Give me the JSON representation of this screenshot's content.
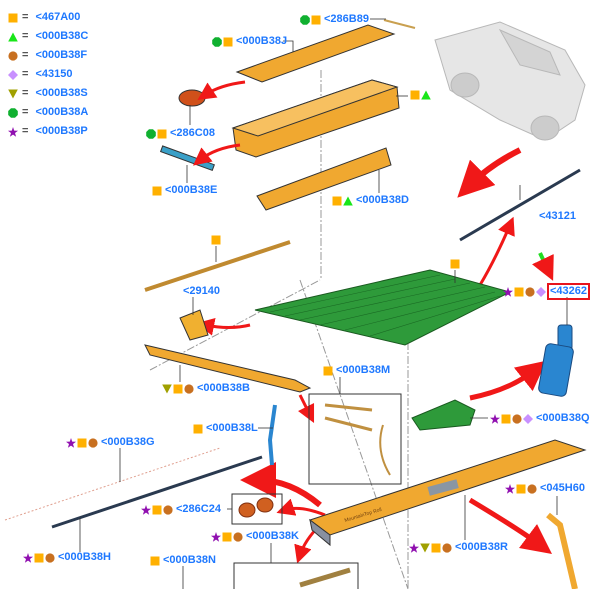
{
  "colors": {
    "square": "#ffb000",
    "tri-up": "#19e619",
    "circle": "#c87020",
    "diamond": "#c890ff",
    "tri-down": "#a0a000",
    "hexagon": "#10b030",
    "star": "#9010b0",
    "label": "#1e78ff",
    "arrow": "#f01818",
    "highlight": "#e8141c",
    "part_orange": "#f0a830",
    "part_green": "#2e9a3a",
    "part_blue": "#2a86d0"
  },
  "legend": [
    {
      "marker": "square",
      "code": "<467A00"
    },
    {
      "marker": "tri-up",
      "code": "<000B38C"
    },
    {
      "marker": "circle",
      "code": "<000B38F"
    },
    {
      "marker": "diamond",
      "code": "<43150"
    },
    {
      "marker": "tri-down",
      "code": "<000B38S"
    },
    {
      "marker": "hexagon",
      "code": "<000B38A"
    },
    {
      "marker": "star",
      "code": "<000B38P"
    }
  ],
  "legend_eq": "=",
  "callouts": [
    {
      "id": "286B89",
      "markers": [
        "hexagon",
        "square"
      ],
      "code": "<286B89"
    },
    {
      "id": "000B38J",
      "markers": [
        "hexagon",
        "square"
      ],
      "code": "<000B38J"
    },
    {
      "id": "bin",
      "markers": [
        "square",
        "tri-up"
      ],
      "code": ""
    },
    {
      "id": "286C08",
      "markers": [
        "hexagon",
        "square"
      ],
      "code": "<286C08"
    },
    {
      "id": "000B38E",
      "markers": [
        "square"
      ],
      "code": "<000B38E"
    },
    {
      "id": "000B38D",
      "markers": [
        "square",
        "tri-up"
      ],
      "code": "<000B38D"
    },
    {
      "id": "43121",
      "markers": [],
      "code": "<43121"
    },
    {
      "id": "rail-left",
      "markers": [
        "square"
      ],
      "code": ""
    },
    {
      "id": "29140",
      "markers": [],
      "code": "<29140"
    },
    {
      "id": "cover",
      "markers": [
        "square"
      ],
      "code": ""
    },
    {
      "id": "43262",
      "markers": [
        "star",
        "square",
        "circle",
        "diamond"
      ],
      "code": "<43262",
      "highlighted": true
    },
    {
      "id": "000B38M",
      "markers": [
        "square"
      ],
      "code": "<000B38M"
    },
    {
      "id": "000B38B",
      "markers": [
        "tri-down",
        "square",
        "circle"
      ],
      "code": "<000B38B"
    },
    {
      "id": "000B38Q",
      "markers": [
        "star",
        "square",
        "circle",
        "diamond"
      ],
      "code": "<000B38Q"
    },
    {
      "id": "000B38L",
      "markers": [
        "square"
      ],
      "code": "<000B38L"
    },
    {
      "id": "000B38G",
      "markers": [
        "star",
        "square",
        "circle"
      ],
      "code": "<000B38G"
    },
    {
      "id": "045H60",
      "markers": [
        "star",
        "square",
        "circle"
      ],
      "code": "<045H60"
    },
    {
      "id": "286C24",
      "markers": [
        "star",
        "square",
        "circle"
      ],
      "code": "<286C24"
    },
    {
      "id": "000B38K",
      "markers": [
        "star",
        "square",
        "circle"
      ],
      "code": "<000B38K"
    },
    {
      "id": "000B38R",
      "markers": [
        "star",
        "tri-down",
        "square",
        "circle"
      ],
      "code": "<000B38R"
    },
    {
      "id": "000B38H",
      "markers": [
        "star",
        "square",
        "circle"
      ],
      "code": "<000B38H"
    },
    {
      "id": "000B38N",
      "markers": [
        "square"
      ],
      "code": "<000B38N"
    }
  ],
  "rail_imprint": "MountainTop Roll"
}
